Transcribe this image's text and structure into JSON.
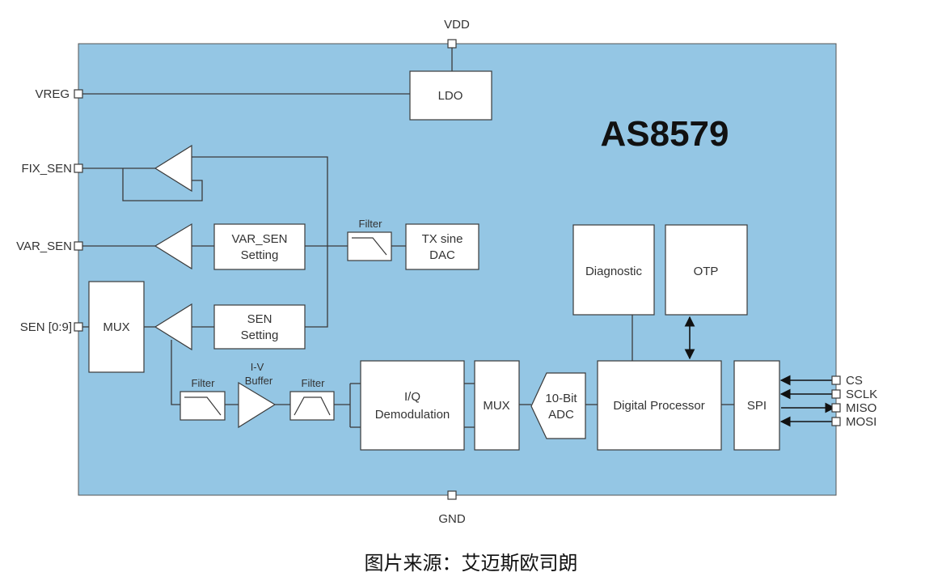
{
  "chip": {
    "name": "AS8579",
    "colors": {
      "body": "#94c6e4",
      "block": "#ffffff",
      "stroke": "#3a3a3a"
    }
  },
  "pins": {
    "vdd": "VDD",
    "gnd": "GND",
    "vreg": "VREG",
    "fix_sen": "FIX_SEN",
    "var_sen": "VAR_SEN",
    "sen": "SEN [0:9]",
    "cs": "CS",
    "sclk": "SCLK",
    "miso": "MISO",
    "mosi": "MOSI"
  },
  "blocks": {
    "ldo": "LDO",
    "var_sen_setting": [
      "VAR_SEN",
      "Setting"
    ],
    "sen_setting": [
      "SEN",
      "Setting"
    ],
    "tx_sine_dac": [
      "TX sine",
      "DAC"
    ],
    "mux_input": "MUX",
    "iq_demodulation": [
      "I/Q",
      "Demodulation"
    ],
    "mux_output": "MUX",
    "adc": [
      "10-Bit",
      "ADC"
    ],
    "digital_processor": "Digital Processor",
    "spi": "SPI",
    "diagnostic": "Diagnostic",
    "otp": "OTP",
    "iv_buffer": [
      "I-V",
      "Buffer"
    ]
  },
  "filters": {
    "tx": "Filter",
    "rx_lowpass": "Filter",
    "rx_bandpass": "Filter"
  },
  "caption": "图片来源：艾迈斯欧司朗"
}
